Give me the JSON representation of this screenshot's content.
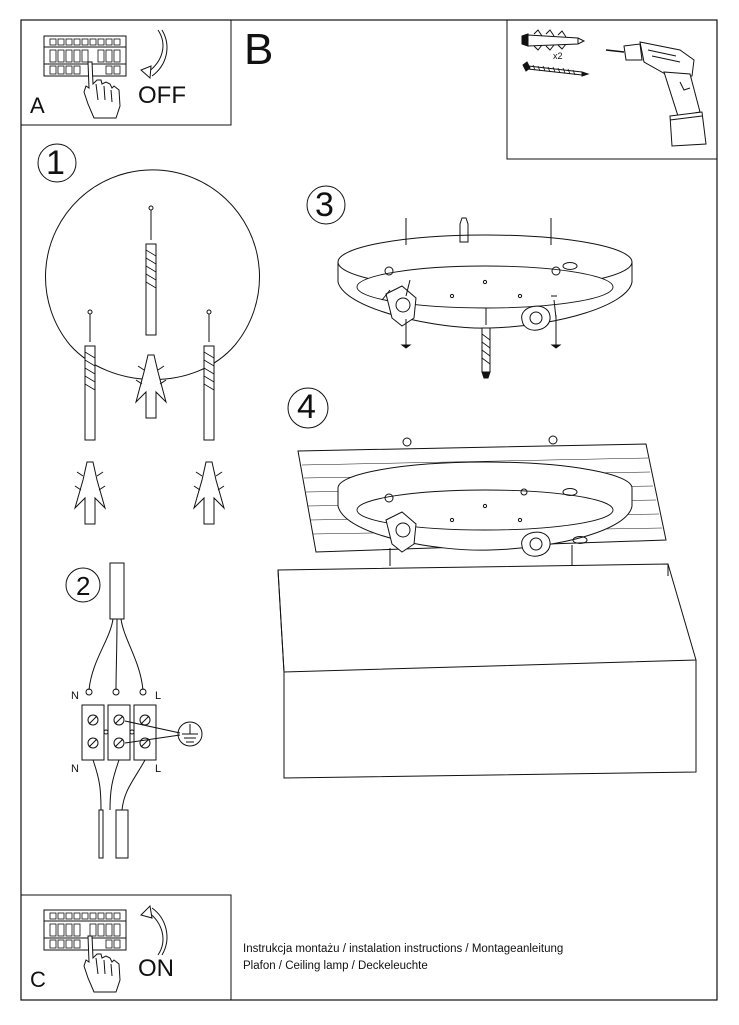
{
  "panels": {
    "a": {
      "letter": "A",
      "action": "OFF"
    },
    "b": {
      "letter": "B",
      "quantity": "x2"
    },
    "c": {
      "letter": "C",
      "action": "ON"
    }
  },
  "steps": [
    "1",
    "2",
    "3",
    "4"
  ],
  "wiring": {
    "neutral": "N",
    "live": "L"
  },
  "caption": {
    "line1": "Instrukcja montażu / instalation instructions / Montageanleitung",
    "line2": "Plafon / Ceiling lamp / Deckeleuchte"
  }
}
